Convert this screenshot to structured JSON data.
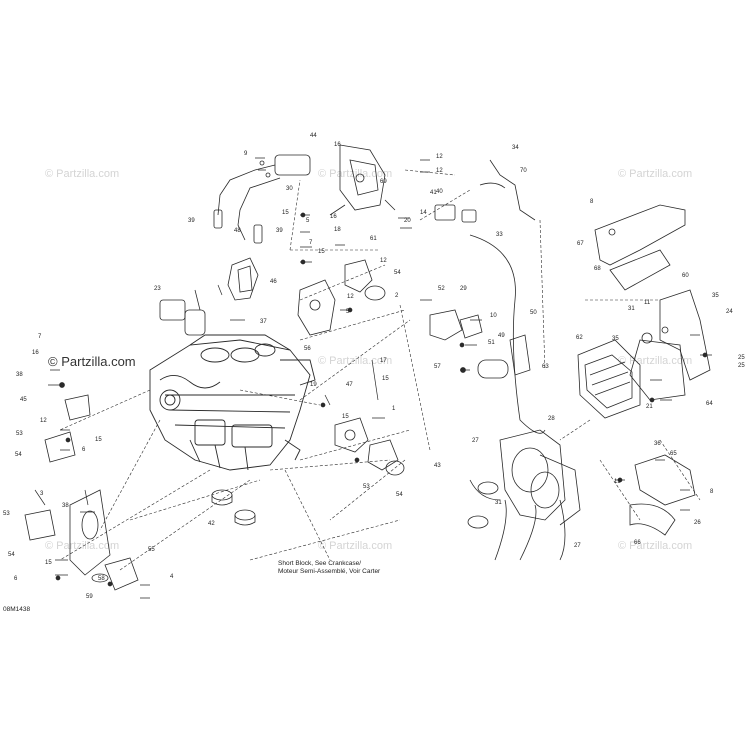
{
  "watermark": {
    "text": "© Partzilla.com",
    "main_text": "Partzilla.com"
  },
  "note": {
    "line1": "Short Block, See Crankcase/",
    "line2": "Moteur Semi-Assemblé, Voir Carter"
  },
  "reference_code": "08M1438",
  "colors": {
    "line": "#2a2a2a",
    "watermark": "#d4d4d4",
    "background": "#ffffff"
  },
  "callouts": [
    {
      "n": "44"
    },
    {
      "n": "9"
    },
    {
      "n": "30"
    },
    {
      "n": "16"
    },
    {
      "n": "12"
    },
    {
      "n": "12"
    },
    {
      "n": "69"
    },
    {
      "n": "34"
    },
    {
      "n": "70"
    },
    {
      "n": "41"
    },
    {
      "n": "40"
    },
    {
      "n": "14"
    },
    {
      "n": "20"
    },
    {
      "n": "33"
    },
    {
      "n": "39"
    },
    {
      "n": "48"
    },
    {
      "n": "39"
    },
    {
      "n": "15"
    },
    {
      "n": "5"
    },
    {
      "n": "16"
    },
    {
      "n": "7"
    },
    {
      "n": "15"
    },
    {
      "n": "18"
    },
    {
      "n": "61"
    },
    {
      "n": "12"
    },
    {
      "n": "12"
    },
    {
      "n": "54"
    },
    {
      "n": "46"
    },
    {
      "n": "23"
    },
    {
      "n": "37"
    },
    {
      "n": "56"
    },
    {
      "n": "5"
    },
    {
      "n": "2"
    },
    {
      "n": "52"
    },
    {
      "n": "29"
    },
    {
      "n": "10"
    },
    {
      "n": "49"
    },
    {
      "n": "50"
    },
    {
      "n": "51"
    },
    {
      "n": "57"
    },
    {
      "n": "63"
    },
    {
      "n": "8"
    },
    {
      "n": "67"
    },
    {
      "n": "68"
    },
    {
      "n": "60"
    },
    {
      "n": "11"
    },
    {
      "n": "35"
    },
    {
      "n": "31"
    },
    {
      "n": "24"
    },
    {
      "n": "62"
    },
    {
      "n": "35"
    },
    {
      "n": "25"
    },
    {
      "n": "25"
    },
    {
      "n": "64"
    },
    {
      "n": "21"
    },
    {
      "n": "7"
    },
    {
      "n": "16"
    },
    {
      "n": "38"
    },
    {
      "n": "45"
    },
    {
      "n": "12"
    },
    {
      "n": "53"
    },
    {
      "n": "6"
    },
    {
      "n": "15"
    },
    {
      "n": "54"
    },
    {
      "n": "17"
    },
    {
      "n": "15"
    },
    {
      "n": "19"
    },
    {
      "n": "47"
    },
    {
      "n": "15"
    },
    {
      "n": "1"
    },
    {
      "n": "53"
    },
    {
      "n": "54"
    },
    {
      "n": "27"
    },
    {
      "n": "43"
    },
    {
      "n": "31"
    },
    {
      "n": "28"
    },
    {
      "n": "27"
    },
    {
      "n": "36"
    },
    {
      "n": "65"
    },
    {
      "n": "13"
    },
    {
      "n": "8"
    },
    {
      "n": "26"
    },
    {
      "n": "66"
    },
    {
      "n": "3"
    },
    {
      "n": "53"
    },
    {
      "n": "38"
    },
    {
      "n": "42"
    },
    {
      "n": "54"
    },
    {
      "n": "15"
    },
    {
      "n": "6"
    },
    {
      "n": "58"
    },
    {
      "n": "55"
    },
    {
      "n": "59"
    },
    {
      "n": "4"
    }
  ]
}
